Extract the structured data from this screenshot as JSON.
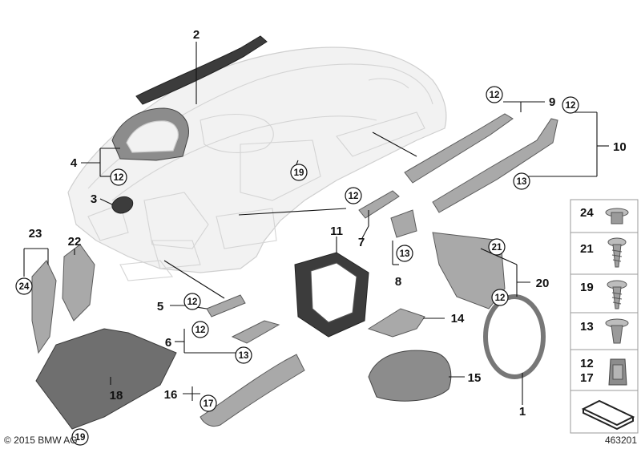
{
  "callouts": {
    "c1": "1",
    "c2": "2",
    "c3": "3",
    "c4": "4",
    "c5": "5",
    "c6": "6",
    "c7": "7",
    "c8": "8",
    "c9": "9",
    "c10": "10",
    "c11": "11",
    "c14": "14",
    "c15": "15",
    "c16": "16",
    "c18": "18",
    "c20": "20",
    "c22": "22",
    "c23": "23"
  },
  "circled": {
    "c12": "12",
    "c13": "13",
    "c17": "17",
    "c19": "19",
    "c21": "21",
    "c24": "24"
  },
  "fasteners": {
    "f24": "24",
    "f21": "21",
    "f19": "19",
    "f13": "13",
    "f12": "12",
    "f17": "17"
  },
  "footer": {
    "copyright": "© 2015 BMW AG",
    "diagram_id": "463201"
  },
  "colors": {
    "dashboard_outline": "#cfcfcf",
    "part_gray": "#a9a9a9",
    "part_dark": "#3c3c3c"
  }
}
